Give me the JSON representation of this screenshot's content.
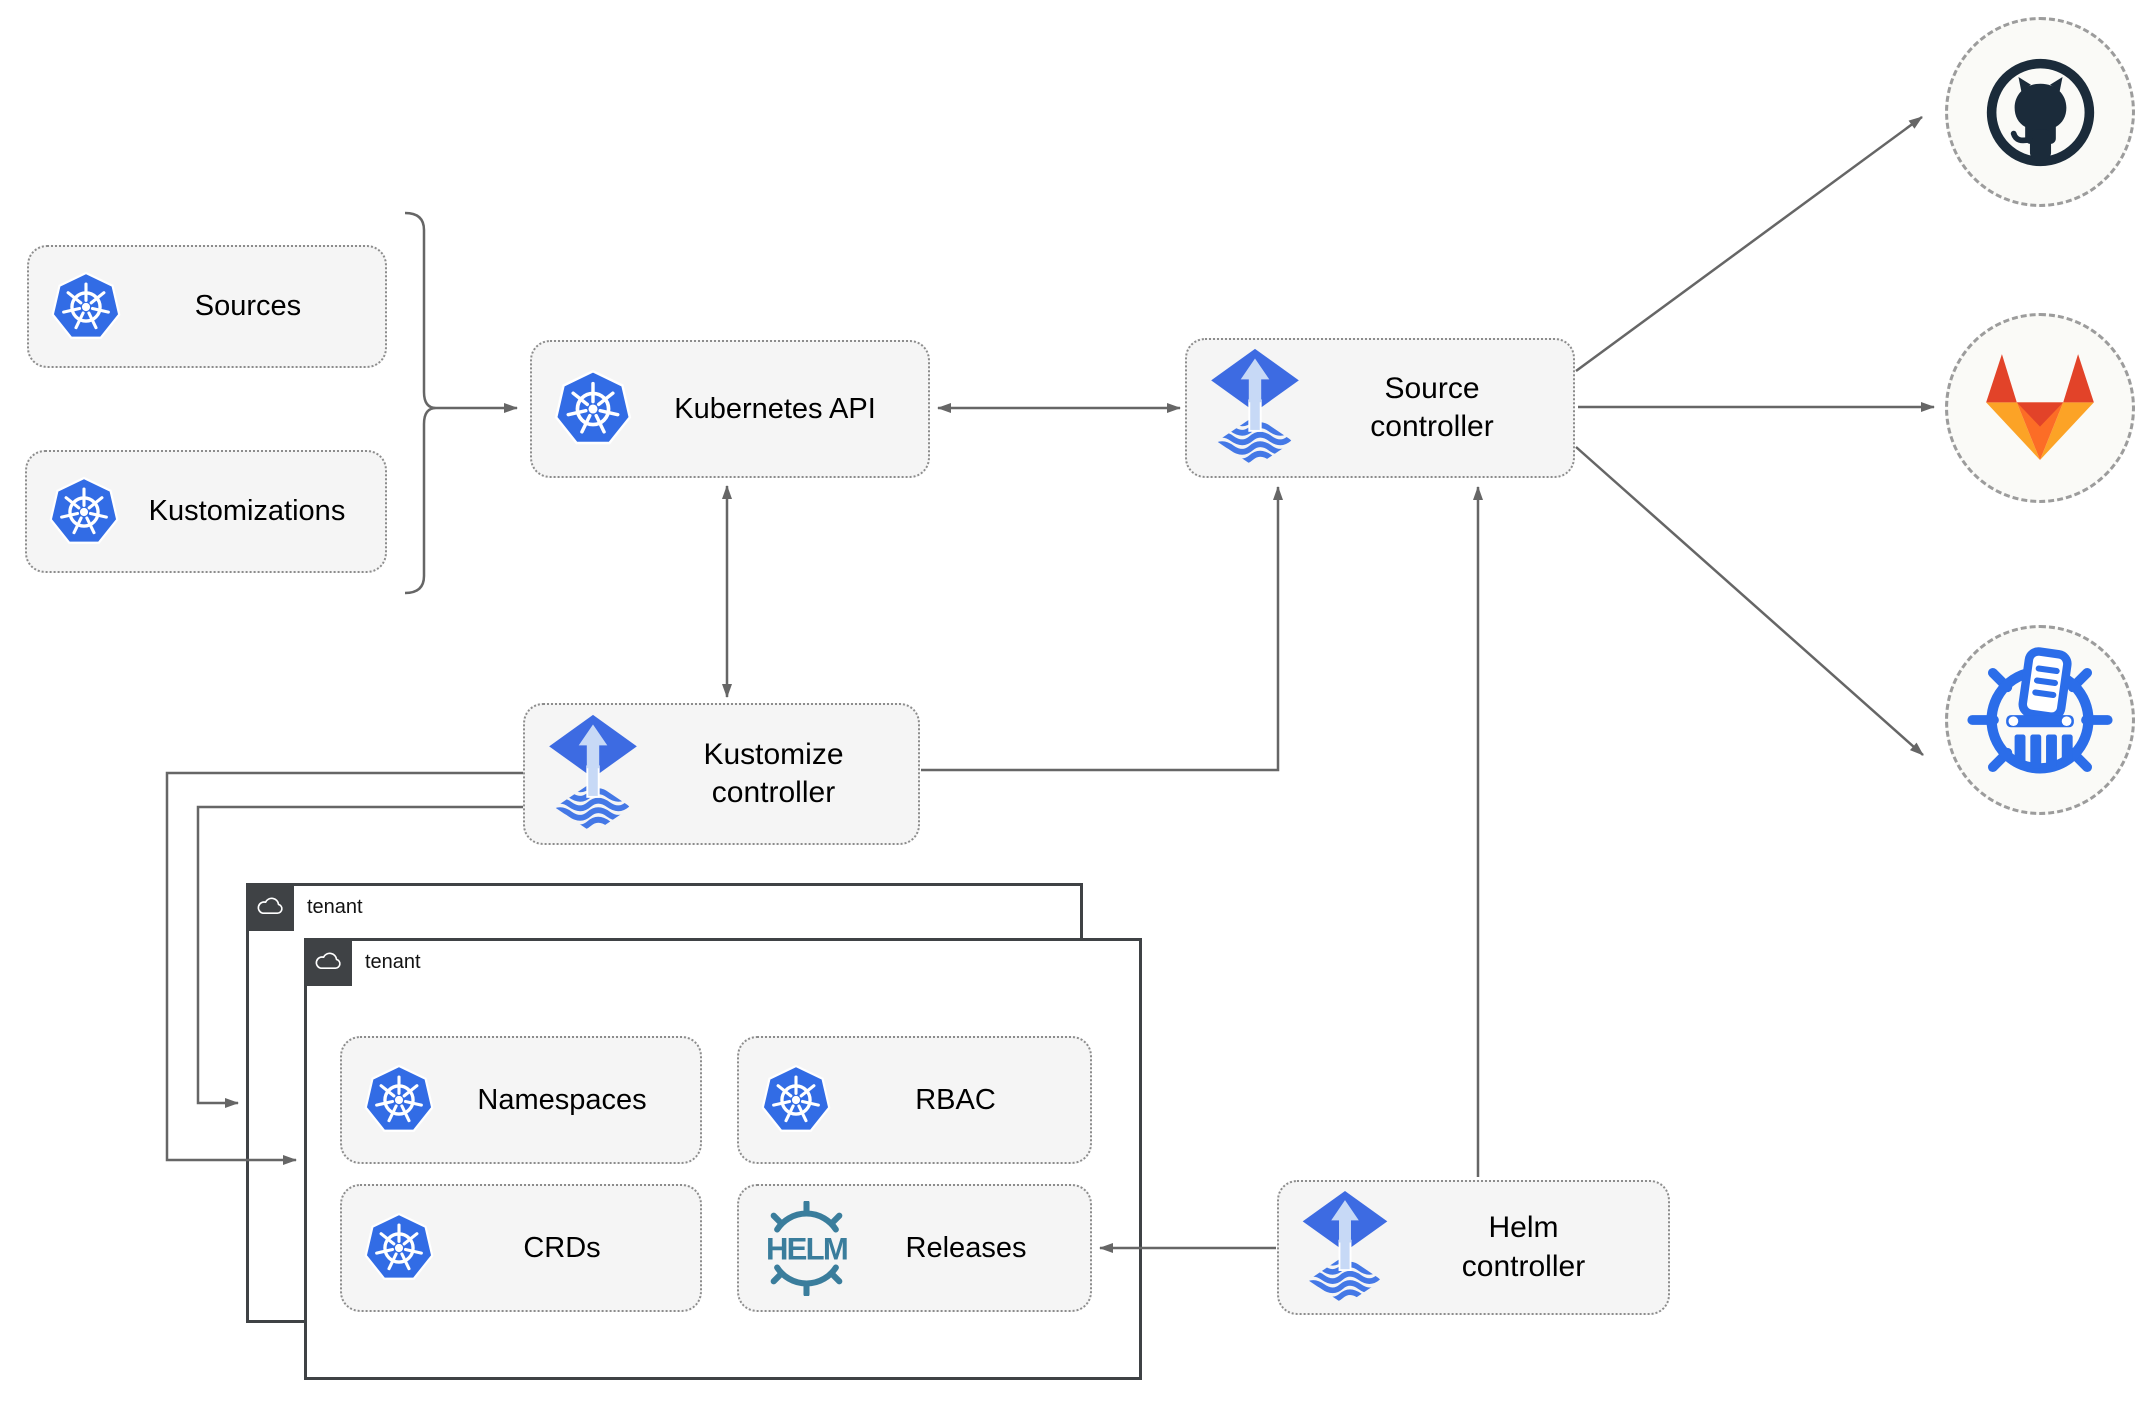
{
  "nodes": {
    "sources": "Sources",
    "kustomizations": "Kustomizations",
    "kubernetes_api": "Kubernetes API",
    "source_controller": "Source\ncontroller",
    "kustomize_controller": "Kustomize\ncontroller",
    "helm_controller": "Helm\ncontroller",
    "namespaces": "Namespaces",
    "rbac": "RBAC",
    "crds": "CRDs",
    "releases": "Releases"
  },
  "tenants": {
    "outer_label": "tenant",
    "inner_label": "tenant"
  },
  "logos": {
    "helm_wordmark": "HELM"
  },
  "icons": {
    "kubernetes": "kubernetes-wheel-icon",
    "flux": "flux-diamond-arrow-icon",
    "helm": "helm-wheel-wordmark-icon",
    "github": "github-octocat-icon",
    "gitlab": "gitlab-tanuki-icon",
    "chartmuseum": "chartmuseum-column-icon",
    "cloud": "cloud-icon"
  },
  "colors": {
    "background": "#ffffff",
    "node_fill": "#f5f5f5",
    "node_border": "#8c8c8c",
    "tenant_border": "#3f4245",
    "tenant_header": "#3f4245",
    "connector_gray": "#666666",
    "kubernetes_blue": "#326ce5",
    "flux_blue": "#3d6be2",
    "flux_arrow_pale": "#c7d9f6",
    "github_dark": "#1b2b3a",
    "gitlab_red": "#e24329",
    "gitlab_orange": "#fc6d26",
    "gitlab_yellow": "#fca326",
    "chartmuseum_blue": "#2b6de9",
    "helm_teal": "#3a7d9c"
  },
  "edges": [
    {
      "from": "sources+kustomizations",
      "to": "kubernetes_api",
      "type": "arrow"
    },
    {
      "from": "kubernetes_api",
      "to": "source_controller",
      "type": "double-arrow"
    },
    {
      "from": "kubernetes_api",
      "to": "kustomize_controller",
      "type": "double-arrow"
    },
    {
      "from": "kustomize_controller",
      "to": "source_controller",
      "type": "arrow"
    },
    {
      "from": "helm_controller",
      "to": "source_controller",
      "type": "arrow"
    },
    {
      "from": "helm_controller",
      "to": "releases",
      "type": "arrow"
    },
    {
      "from": "kustomize_controller",
      "to": "tenant_inner",
      "type": "arrow"
    },
    {
      "from": "kustomize_controller",
      "to": "tenant_outer",
      "type": "arrow"
    },
    {
      "from": "source_controller",
      "to": "github",
      "type": "arrow"
    },
    {
      "from": "source_controller",
      "to": "gitlab",
      "type": "arrow"
    },
    {
      "from": "source_controller",
      "to": "chartmuseum",
      "type": "arrow"
    }
  ]
}
